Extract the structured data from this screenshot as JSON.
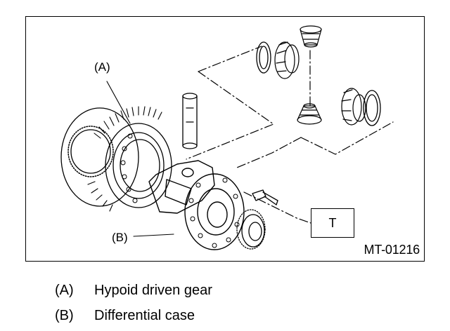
{
  "figure": {
    "id": "MT-01216",
    "callouts": {
      "a": "(A)",
      "b": "(B)",
      "t": "T"
    }
  },
  "legend": [
    {
      "key": "(A)",
      "label": "Hypoid driven gear"
    },
    {
      "key": "(B)",
      "label": "Differential case"
    }
  ]
}
